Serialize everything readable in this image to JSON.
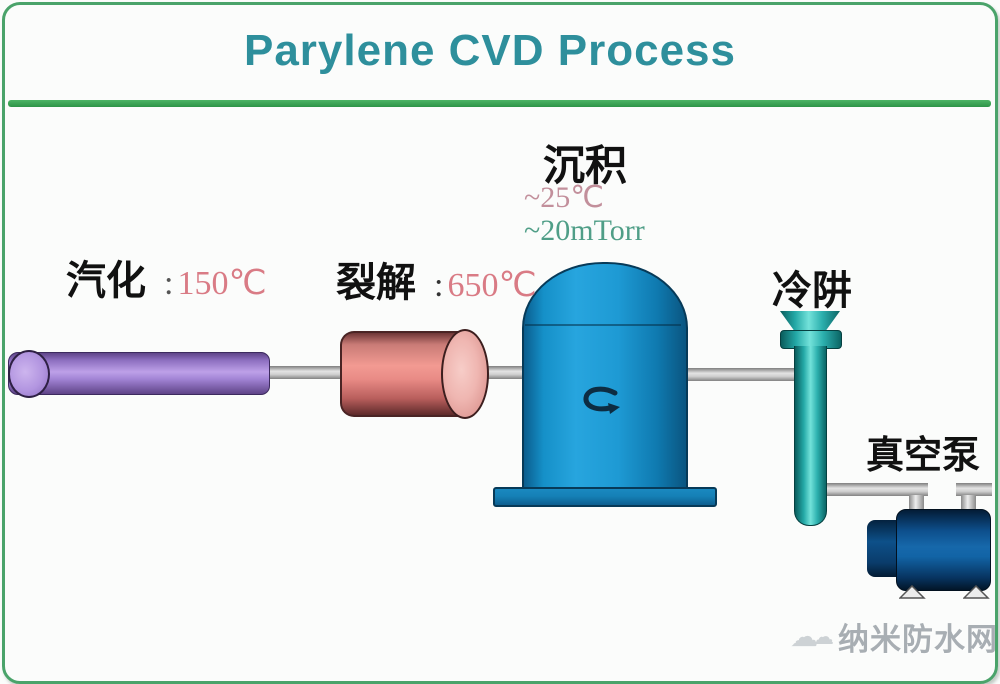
{
  "title": "Parylene CVD Process",
  "stages": {
    "vaporization": {
      "label": "汽化",
      "colon": ":",
      "value": "150℃"
    },
    "pyrolysis": {
      "label": "裂解",
      "colon": ":",
      "value": "650℃"
    },
    "deposition": {
      "label": "沉积",
      "temperature": "~25℃",
      "pressure": "~20mTorr"
    },
    "cold_trap": {
      "label": "冷阱"
    },
    "vacuum_pump": {
      "label": "真空泵"
    }
  },
  "watermark": {
    "text": "纳米防水网",
    "icon": "cloud-logo-icon"
  },
  "colors": {
    "title": "#2e8f9c",
    "divider_green": "#3ba757",
    "frame_border": "#4aa36a",
    "label_text": "#111111",
    "temperature_value": "#d97b85",
    "pressure_value": "#4f9e87",
    "vaporizer_purple": "#9b7cc8",
    "pyrolysis_pink": "#ee948e",
    "chamber_blue": "#1e9ad4",
    "cold_trap_teal": "#25a8a5",
    "pump_blue": "#0d4f8c",
    "pipe_gray": "#b5b5b5"
  }
}
